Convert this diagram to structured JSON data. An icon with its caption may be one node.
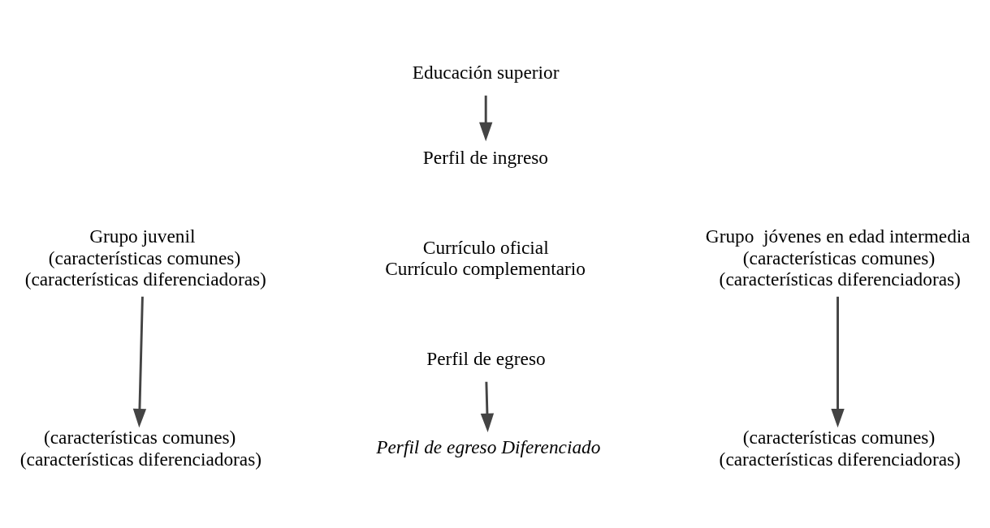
{
  "diagram": {
    "nodes": [
      {
        "text": [
          "Educación superior"
        ]
      },
      {
        "text": [
          "Perfil de ingreso"
        ]
      },
      {
        "text": [
          "Grupo juvenil",
          "(características comunes)",
          "(características diferenciadoras)"
        ]
      },
      {
        "text": [
          "Grupo  jóvenes en edad intermedia",
          "(características comunes)",
          "(características diferenciadoras)"
        ]
      },
      {
        "text": [
          "Currículo oficial",
          "Currículo complementario"
        ]
      },
      {
        "text": [
          "Perfil de egreso"
        ]
      },
      {
        "text": [
          "(características comunes)",
          "(características diferenciadoras)"
        ]
      },
      {
        "text": [
          "Perfil de egreso Diferenciado"
        ]
      },
      {
        "text": [
          "(características comunes)",
          "(características diferenciadoras)"
        ]
      }
    ],
    "edges": [
      {
        "from": 0,
        "to": 1,
        "arrow": "to"
      },
      {
        "from": 2,
        "to": 6,
        "arrow": "to"
      },
      {
        "from": 3,
        "to": 8,
        "arrow": "to"
      },
      {
        "from": 5,
        "to": 7,
        "arrow": "to"
      }
    ]
  }
}
